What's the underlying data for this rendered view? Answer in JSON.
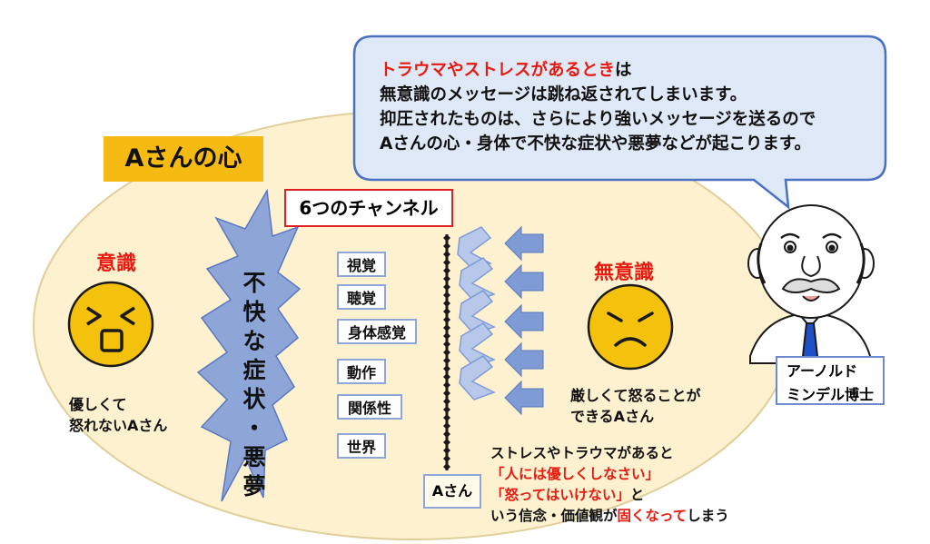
{
  "bubble": {
    "line1_red": "トラウマやストレスがあるとき",
    "line1_rest": "は",
    "line2": "無意識のメッセージは跳ね返されてしまいます。",
    "line3": "抑圧されたものは、さらにより強いメッセージを送るので",
    "line4": "Aさんの心・身体で不快な症状や悪夢などが起こります。"
  },
  "heart_title": "Aさんの心",
  "conscious": {
    "label": "意識",
    "desc_line1": "優しくて",
    "desc_line2": "怒れないAさん"
  },
  "symptom": [
    "不",
    "快",
    "な",
    "症",
    "状",
    "・",
    "悪",
    "夢"
  ],
  "channels": {
    "title": "6つのチャンネル",
    "items": [
      "視覚",
      "聴覚",
      "身体感覚",
      "動作",
      "関係性",
      "世界"
    ]
  },
  "person_label": "Aさん",
  "unconscious": {
    "label": "無意識",
    "desc_line1": "厳しくて怒ることが",
    "desc_line2": "できるAさん"
  },
  "stress_note": {
    "line1": "ストレスやトラウマがあると",
    "line2": "「人には優しくしなさい」",
    "line3": "「怒ってはいけない」",
    "line3_rest": "と",
    "line4_a": "いう信念・価値観が",
    "line4_red": "固くなって",
    "line4_b": "しまう"
  },
  "doctor": {
    "line1": "アーノルド",
    "line2": "ミンデル博士"
  },
  "colors": {
    "ellipse_fill": "#fdf1cf",
    "title_bg": "#f5bb12",
    "face_yellow": "#f4c20d",
    "arrow_blue": "#7f9bd6",
    "bubble_fill": "#dfe8f6",
    "bubble_stroke": "#4a70c4",
    "red_text": "#e8190f"
  }
}
